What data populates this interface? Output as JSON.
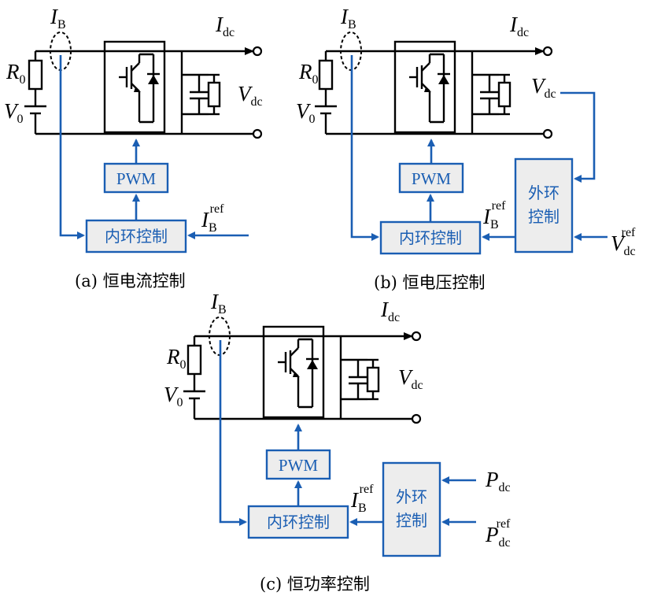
{
  "colors": {
    "control": "#1a5eb3",
    "box_fill": "#ededed",
    "circuit": "#000000"
  },
  "symbols": {
    "IB": "I",
    "B": "B",
    "Idc": "I",
    "dc": "dc",
    "Vdc": "V",
    "R0": "R",
    "zero": "0",
    "V0": "V",
    "ref": "ref",
    "Pdc": "P"
  },
  "blocks": {
    "pwm": "PWM",
    "inner": "内环控制",
    "outer_line1": "外环",
    "outer_line2": "控制"
  },
  "captions": {
    "a": "(a) 恒电流控制",
    "b": "(b) 恒电压控制",
    "c": "(c) 恒功率控制"
  }
}
